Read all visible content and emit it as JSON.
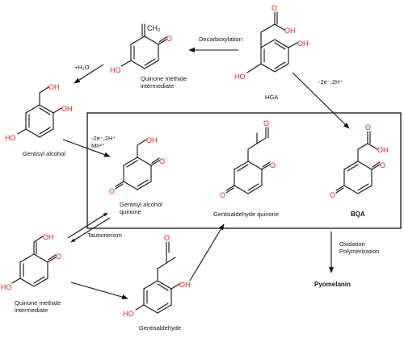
{
  "compounds": {
    "hga": {
      "label": "HGA",
      "oh_top": "OH",
      "o_top": "O",
      "oh_ring": "OH",
      "oh_bottom": "HO"
    },
    "qm_top": {
      "label_line1": "Quinone methide",
      "label_line2": "intermediate",
      "ch2": "CH₂",
      "o": "O",
      "ho": "HO"
    },
    "gentisyl_alcohol": {
      "label": "Gentisyl alcohol",
      "oh_chain": "OH",
      "oh_ring": "OH",
      "ho": "HO"
    },
    "gentisyl_alcohol_quinone": {
      "label_line1": "Gentisyl alcohol",
      "label_line2": "quinone",
      "oh_chain": "OH",
      "o1": "O",
      "o2": "O"
    },
    "gentisaldehyde_quinone": {
      "label": "Gentisaldehyde quinone",
      "o_ald": "O",
      "o1": "O",
      "o2": "O"
    },
    "bqa": {
      "label": "BQA",
      "oh": "OH",
      "o_acid": "O",
      "o1": "O",
      "o2": "O"
    },
    "qm_bottom": {
      "label_line1": "Quinone methide",
      "label_line2": "intermediate",
      "oh": "OH",
      "o": "O",
      "ho": "HO"
    },
    "gentisaldehyde": {
      "label": "Gentisaldehyde",
      "o_ald": "O",
      "oh": "OH",
      "ho": "HO"
    }
  },
  "reactions": {
    "decarboxylation": "Decarboxylation",
    "plus_water": "+H₂O",
    "oxidation_hga": "-2e⁻,2H⁺",
    "oxidation_box_line1": "-2e⁻,2H⁺",
    "oxidation_box_line2": "Mn²⁺",
    "tautomerism": "Tautomerism",
    "oxidation_polymerization_line1": "Oxidation",
    "oxidation_polymerization_line2": "Polymerization",
    "product": "Pyomelanin"
  }
}
